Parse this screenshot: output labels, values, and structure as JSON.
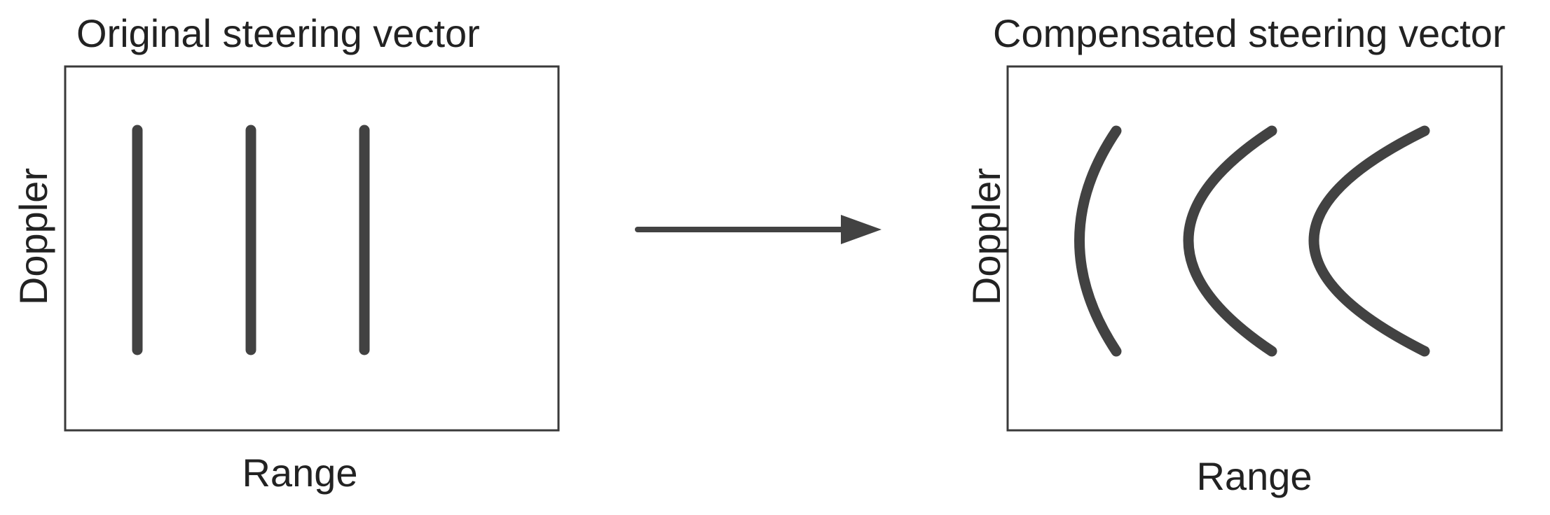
{
  "left_panel": {
    "title": "Original steering vector",
    "x_label": "Range",
    "y_label": "Doppler"
  },
  "right_panel": {
    "title": "Compensated steering vector",
    "x_label": "Range",
    "y_label": "Doppler"
  },
  "colors": {
    "stroke": "#424242",
    "frame": "#3a3a3a",
    "background": "#ffffff"
  }
}
